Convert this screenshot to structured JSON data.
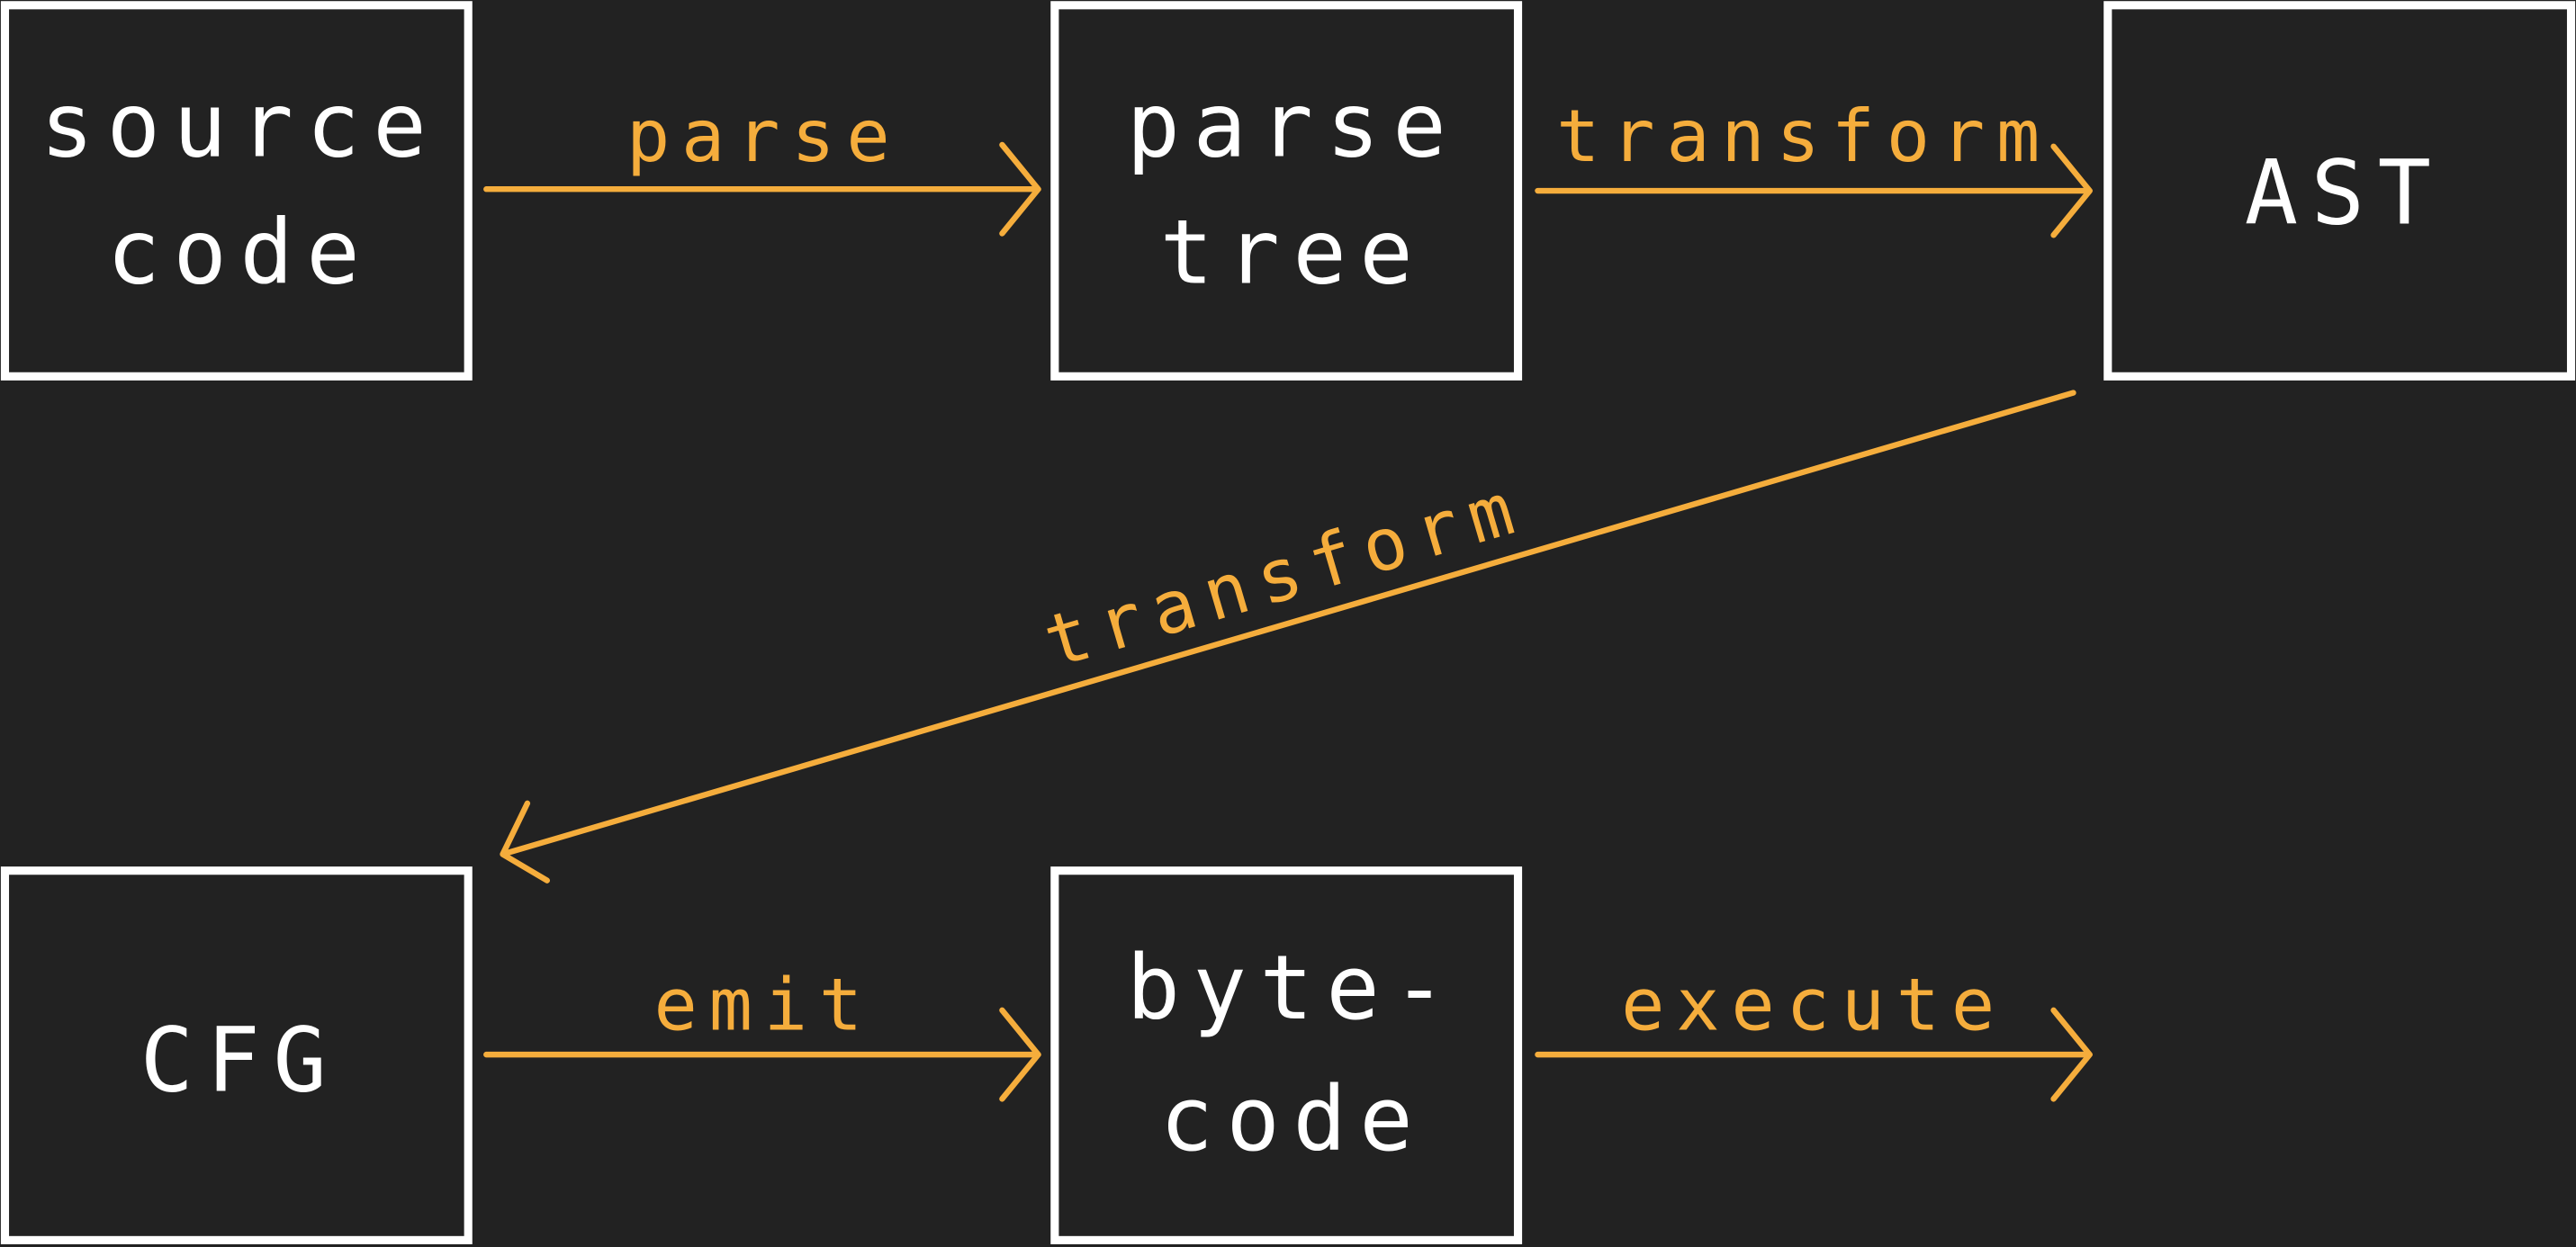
{
  "colors": {
    "background": "#222222",
    "node_border": "#ffffff",
    "node_text": "#ffffff",
    "edge": "#f5ad3c"
  },
  "nodes": [
    {
      "id": "source-code",
      "lines": [
        "source",
        "code"
      ]
    },
    {
      "id": "parse-tree",
      "lines": [
        "parse",
        "tree"
      ]
    },
    {
      "id": "ast",
      "lines": [
        "AST"
      ]
    },
    {
      "id": "cfg",
      "lines": [
        "CFG"
      ]
    },
    {
      "id": "bytecode",
      "lines": [
        "byte-",
        "code"
      ]
    }
  ],
  "edges": [
    {
      "from": "source-code",
      "to": "parse-tree",
      "label": "parse"
    },
    {
      "from": "parse-tree",
      "to": "ast",
      "label": "transform"
    },
    {
      "from": "ast",
      "to": "cfg",
      "label": "transform"
    },
    {
      "from": "cfg",
      "to": "bytecode",
      "label": "emit"
    },
    {
      "from": "bytecode",
      "to": "",
      "label": "execute"
    }
  ]
}
